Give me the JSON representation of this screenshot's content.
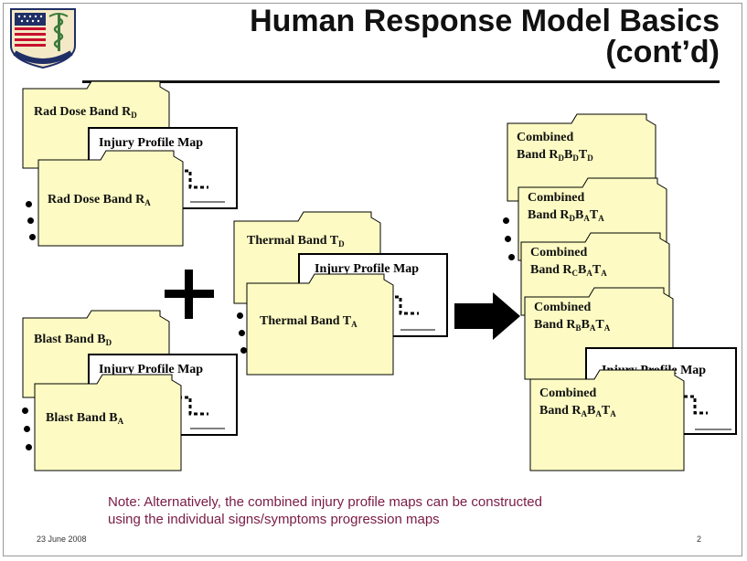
{
  "title": {
    "line1": "Human Response Model Basics",
    "line2": "(cont’d)"
  },
  "logo": {
    "name": "organization-seal"
  },
  "ipm_label": "Injury Profile Map",
  "rad": {
    "back": {
      "main": "Rad Dose Band R",
      "sub": "D"
    },
    "front": {
      "main": "Rad Dose Band R",
      "sub": "A"
    }
  },
  "blast": {
    "back": {
      "main": "Blast Band B",
      "sub": "D"
    },
    "front": {
      "main": "Blast Band B",
      "sub": "A"
    }
  },
  "thermal": {
    "back": {
      "main": "Thermal Band T",
      "sub": "D"
    },
    "front": {
      "main": "Thermal Band T",
      "sub": "A"
    }
  },
  "combined": {
    "word": "Combined",
    "band_word": "Band ",
    "items": [
      {
        "r": "R",
        "rs": "D",
        "b": "B",
        "bs": "D",
        "t": "T",
        "ts": "D"
      },
      {
        "r": "R",
        "rs": "D",
        "b": "B",
        "bs": "A",
        "t": "T",
        "ts": "A"
      },
      {
        "r": "R",
        "rs": "C",
        "b": "B",
        "bs": "A",
        "t": "T",
        "ts": "A"
      },
      {
        "r": "R",
        "rs": "B",
        "b": "B",
        "bs": "A",
        "t": "T",
        "ts": "A"
      },
      {
        "r": "R",
        "rs": "A",
        "b": "B",
        "bs": "A",
        "t": "T",
        "ts": "A"
      }
    ]
  },
  "operators": {
    "plus": "plus-sign",
    "arrow": "right-arrow"
  },
  "note": {
    "line1": "Note: Alternatively, the combined injury profile maps can be constructed",
    "line2": "using the individual signs/symptoms progression maps"
  },
  "footer": {
    "date": "23 June  2008",
    "page": "2"
  },
  "colors": {
    "folder_fill": "#fdfbc3",
    "note_color": "#7a1b45"
  }
}
